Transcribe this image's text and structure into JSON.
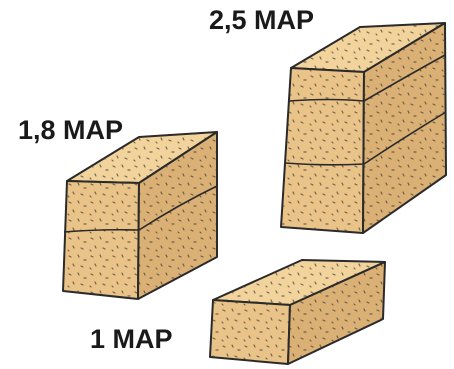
{
  "labels": {
    "large": "2,5 MAP",
    "medium": "1,8 MAP",
    "small": "1 MAP"
  },
  "colors": {
    "front": "#e9c388",
    "top": "#f1d39b",
    "side": "#dbb075",
    "outline": "#2a2a2a",
    "speck": "#3a3a3a"
  }
}
